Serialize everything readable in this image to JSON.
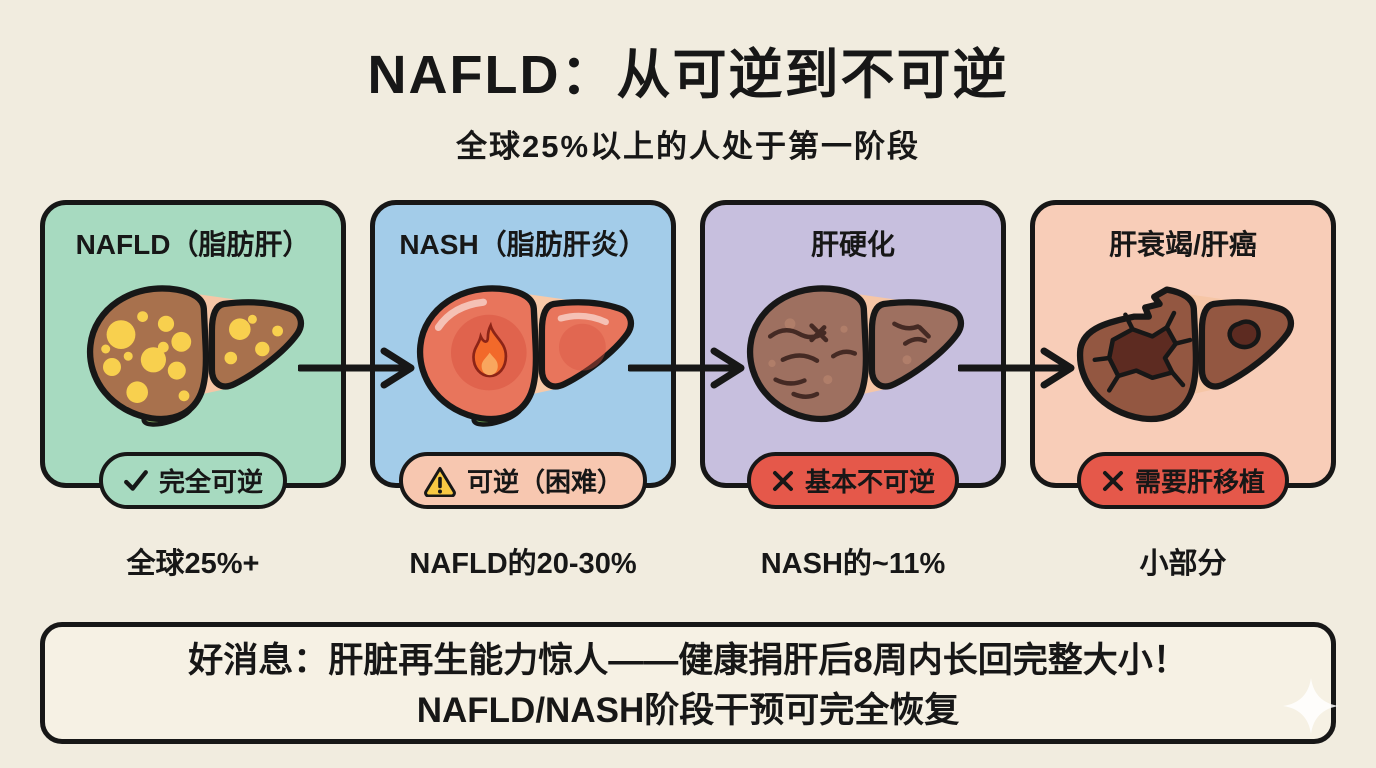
{
  "page": {
    "background_color": "#f1ecdf",
    "ink_color": "#171717",
    "title": "NAFLD：从可逆到不可逆",
    "subtitle": "全球25%以上的人处于第一阶段"
  },
  "stages": [
    {
      "title": "NAFLD（脂肪肝）",
      "badge_icon": "check-icon",
      "badge_label": "完全可逆",
      "stat": "全球25%+",
      "card_color": "#a7dac0",
      "badge_color": "#a7dac0",
      "liver": "fatty-liver"
    },
    {
      "title": "NASH（脂肪肝炎）",
      "badge_icon": "warning-triangle-icon",
      "badge_label": "可逆（困难）",
      "stat": "NAFLD的20-30%",
      "card_color": "#a3cce9",
      "badge_color": "#f7c7b0",
      "liver": "inflamed-liver"
    },
    {
      "title": "肝硬化",
      "badge_icon": "cross-icon",
      "badge_label": "基本不可逆",
      "stat": "NASH的~11%",
      "card_color": "#c7bfde",
      "badge_color": "#e5584a",
      "liver": "cirrhotic-liver"
    },
    {
      "title": "肝衰竭/肝癌",
      "badge_icon": "cross-icon",
      "badge_label": "需要肝移植",
      "stat": "小部分",
      "card_color": "#f8cdb8",
      "badge_color": "#e5584a",
      "liver": "failing-liver"
    }
  ],
  "footer": {
    "line1": "好消息：肝脏再生能力惊人——健康捐肝后8周内长回完整大小！",
    "line2": "NAFLD/NASH阶段干预可完全恢复"
  },
  "icons": {
    "check": "✓",
    "cross": "✕",
    "warning": "⚠",
    "arrow": "→",
    "sparkle": "✦"
  }
}
